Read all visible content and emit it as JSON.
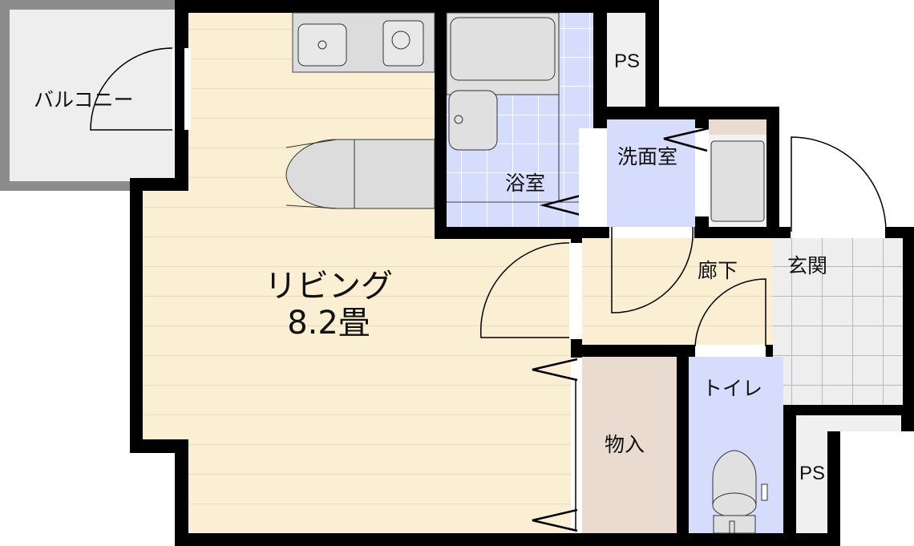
{
  "rooms": {
    "balcony": "バルコニー",
    "living": "リビング",
    "living_size": "8.2畳",
    "bath": "浴室",
    "washroom": "洗面室",
    "ps_top": "PS",
    "corridor": "廊下",
    "entrance": "玄関",
    "storage": "物入",
    "toilet": "トイレ",
    "ps_bottom": "PS"
  },
  "colors": {
    "wall": "#000000",
    "living_floor": "#faefd3",
    "wet_area": "#d6ddfc",
    "storage": "#eadbd0",
    "entrance": "#eeeeee",
    "fixture": "#e0e0e0"
  }
}
